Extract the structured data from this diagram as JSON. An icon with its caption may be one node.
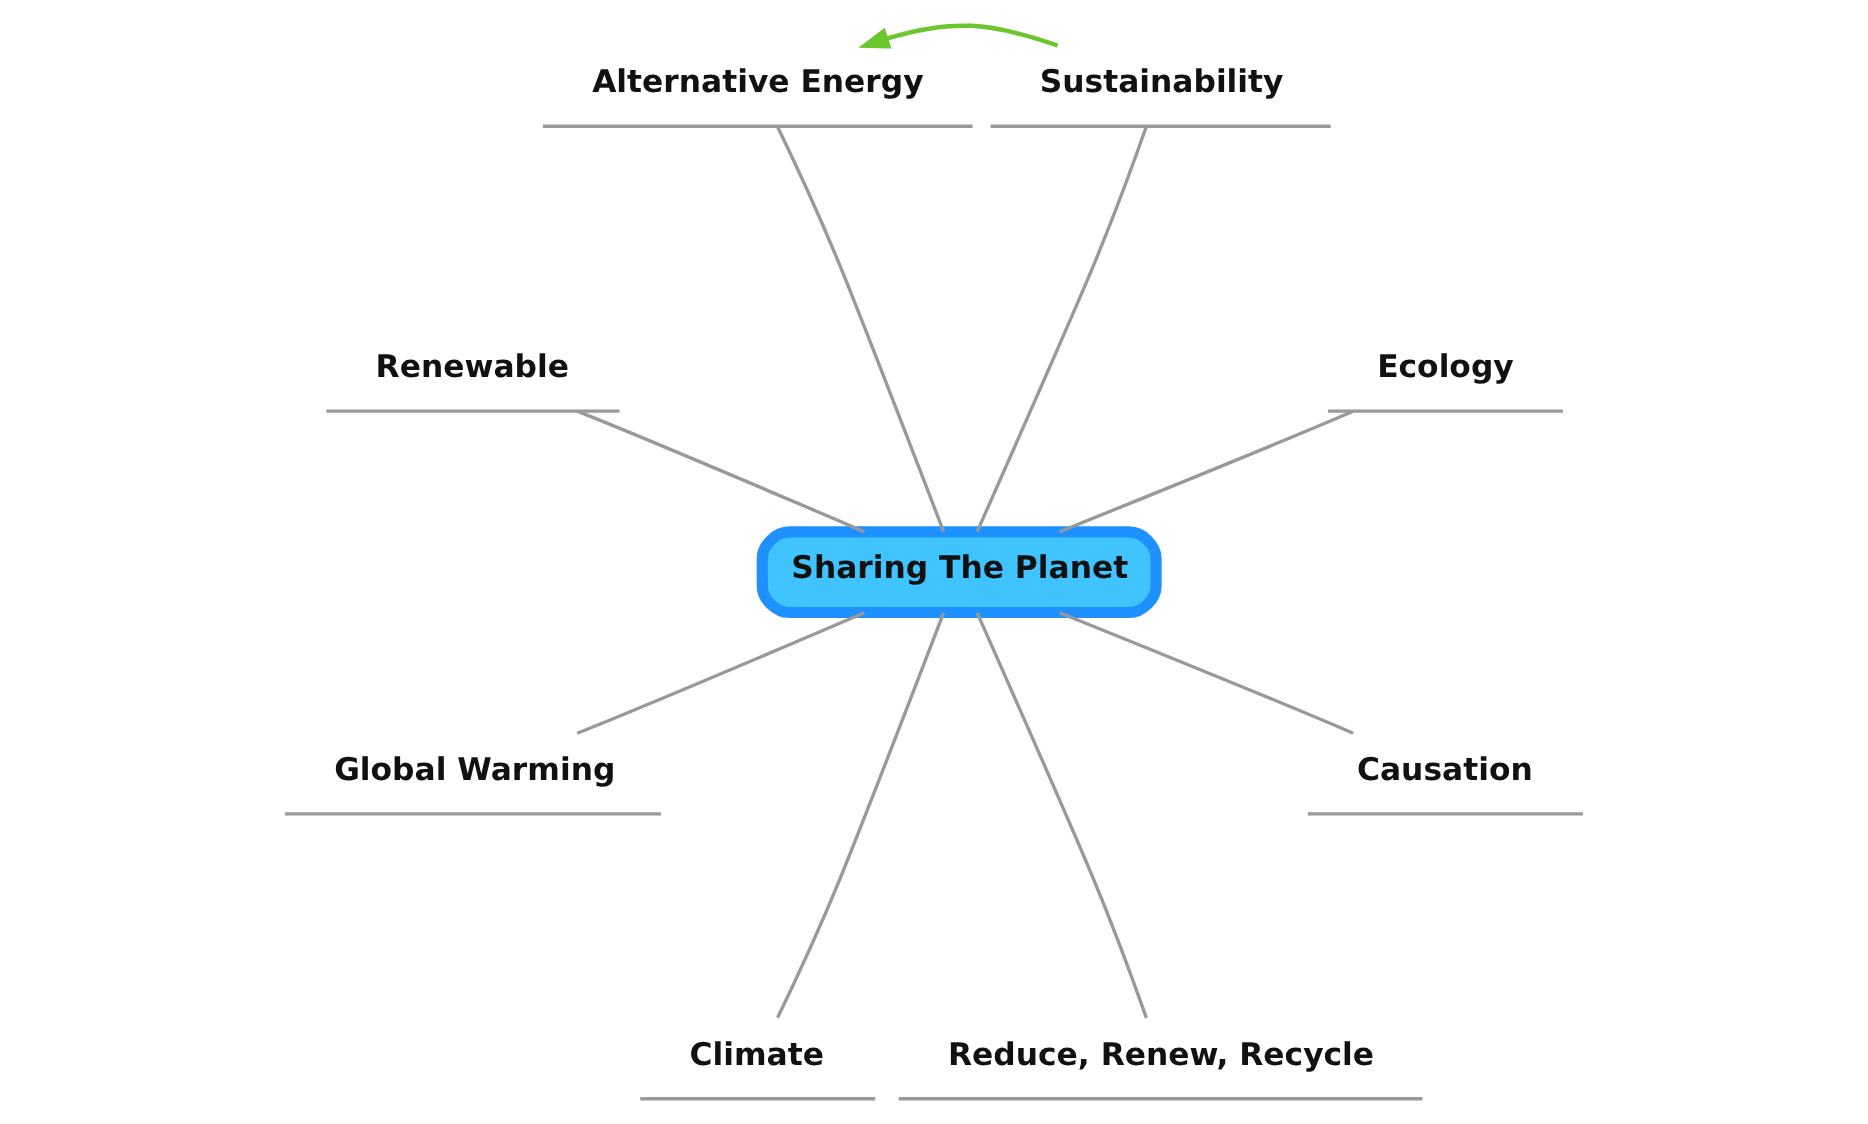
{
  "diagram": {
    "nodes": [
      {
        "text": [
          "Sharing The Planet"
        ]
      },
      {
        "text": [
          "Sustainability"
        ]
      },
      {
        "text": [
          "Ecology"
        ]
      },
      {
        "text": [
          "Causation"
        ]
      },
      {
        "text": [
          "Reduce, Renew, Recycle"
        ]
      },
      {
        "text": [
          "Climate"
        ]
      },
      {
        "text": [
          "Global Warming"
        ]
      },
      {
        "text": [
          "Renewable"
        ]
      },
      {
        "text": [
          "Alternative Energy"
        ]
      }
    ],
    "edges": [
      {
        "from": 0,
        "to": 1,
        "arrow": "none"
      },
      {
        "from": 0,
        "to": 2,
        "arrow": "none"
      },
      {
        "from": 0,
        "to": 3,
        "arrow": "none"
      },
      {
        "from": 0,
        "to": 4,
        "arrow": "none"
      },
      {
        "from": 0,
        "to": 5,
        "arrow": "none"
      },
      {
        "from": 0,
        "to": 6,
        "arrow": "none"
      },
      {
        "from": 0,
        "to": 7,
        "arrow": "none"
      },
      {
        "from": 0,
        "to": 8,
        "arrow": "none"
      },
      {
        "from": 1,
        "to": 8,
        "arrow": "to",
        "color": "#6cc62e"
      }
    ]
  }
}
